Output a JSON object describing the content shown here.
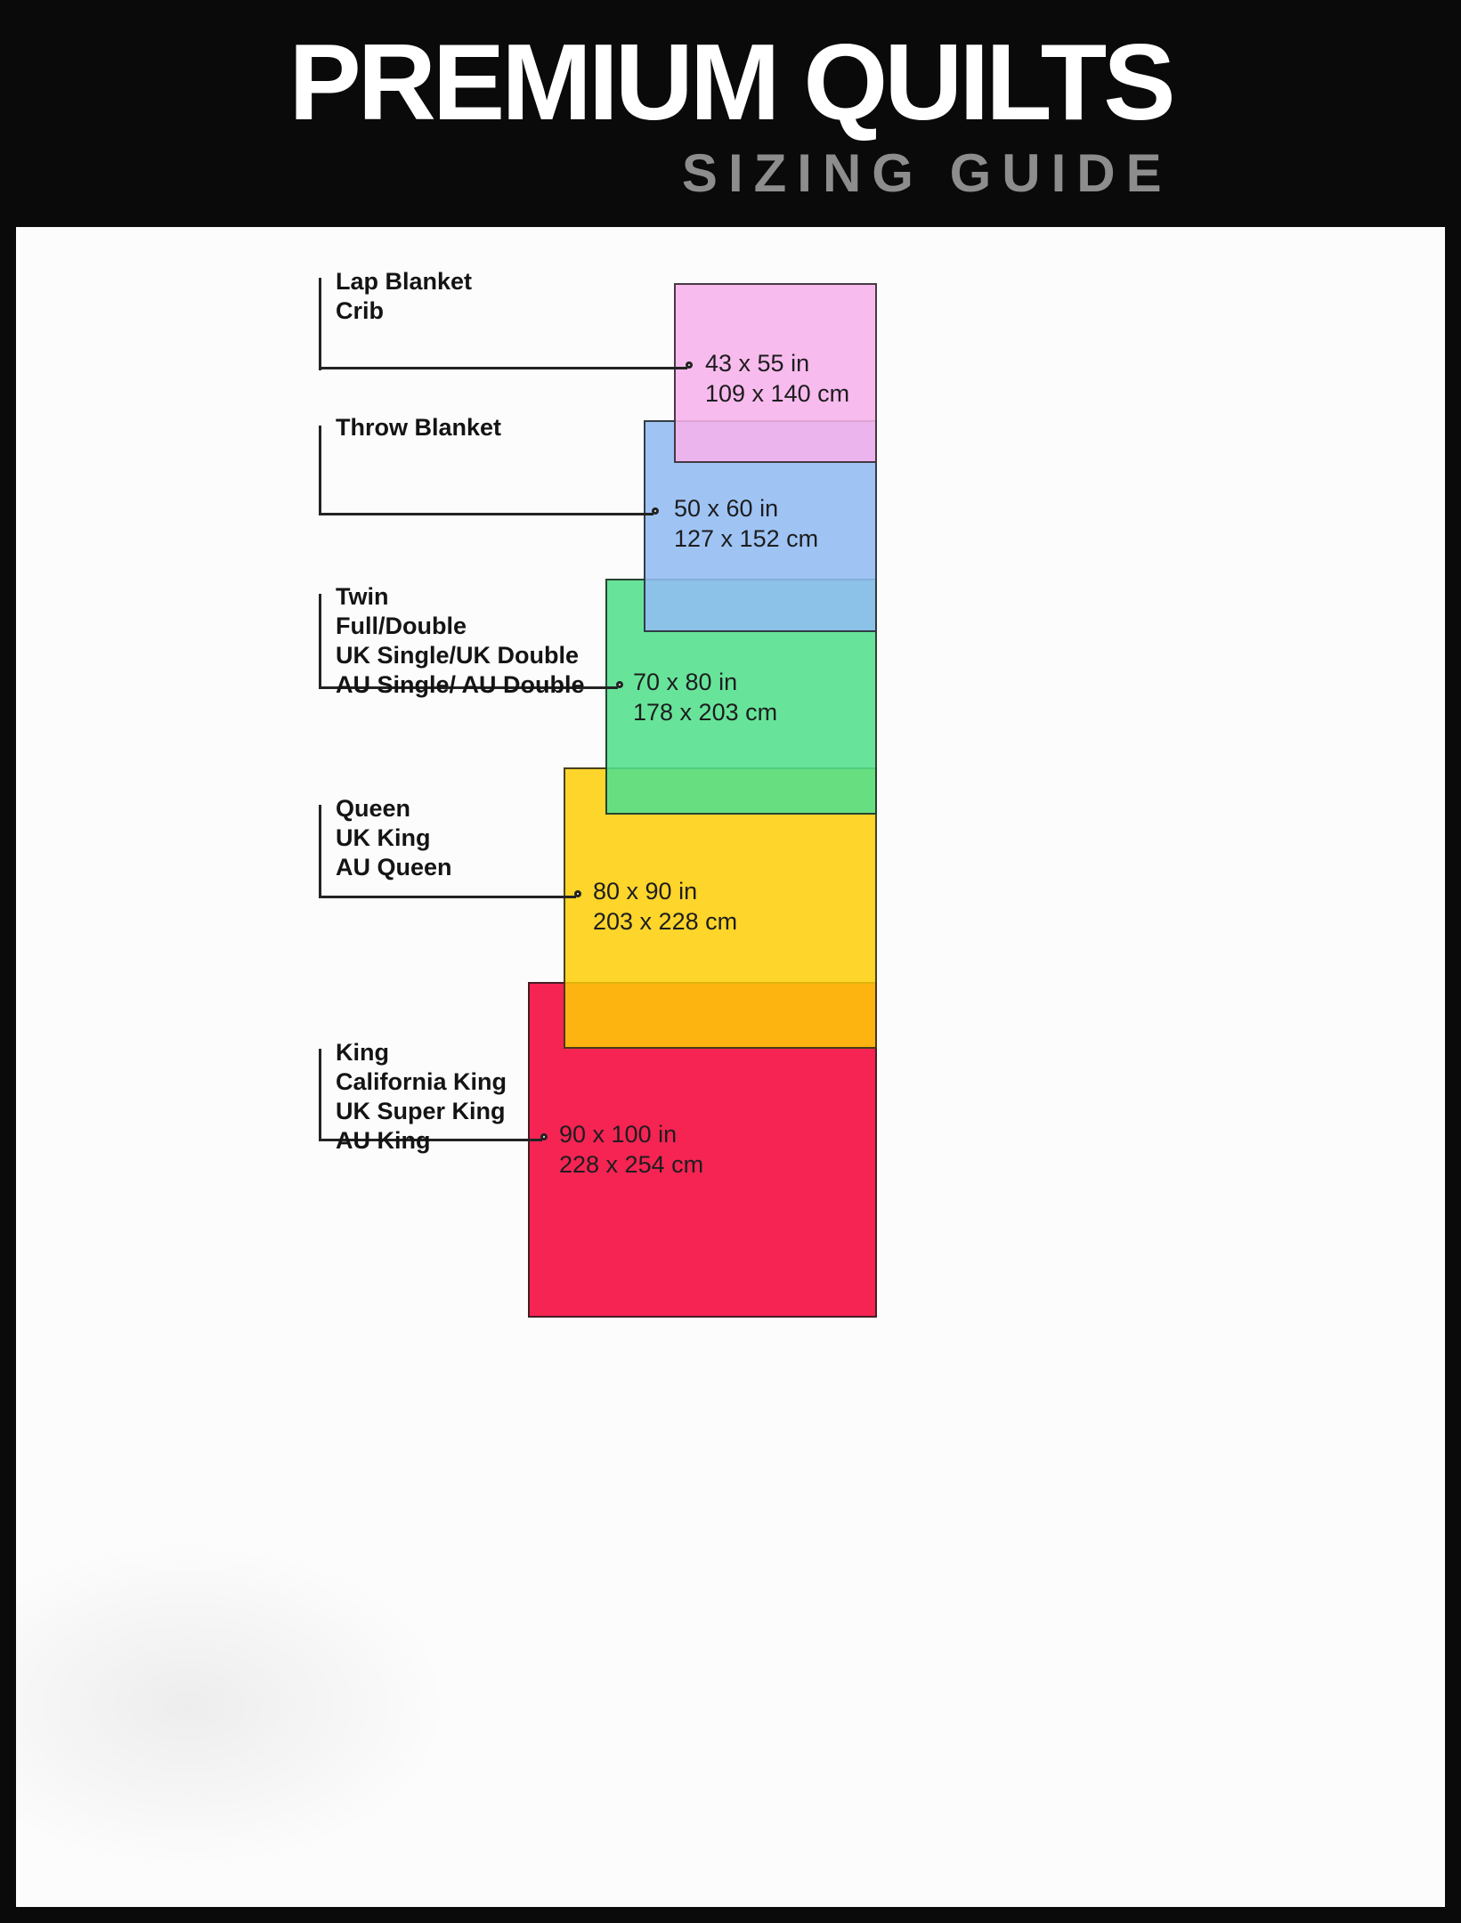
{
  "header": {
    "title": "PREMIUM QUILTS",
    "subtitle": "SIZING GUIDE"
  },
  "sizes": [
    {
      "id": "lap-blanket-crib",
      "labels": [
        "Lap Blanket",
        "Crib"
      ],
      "inches": "43 x 55 in",
      "cm": "109 x 140 cm",
      "color": "rgba(247,178,235,0.88)"
    },
    {
      "id": "throw-blanket",
      "labels": [
        "Throw Blanket"
      ],
      "inches": "50 x 60 in",
      "cm": "127 x 152 cm",
      "color": "rgba(146,188,242,0.88)"
    },
    {
      "id": "twin-full-double",
      "labels": [
        "Twin",
        "Full/Double",
        "UK Single/UK Double",
        "AU Single/ AU Double"
      ],
      "inches": "70 x 80 in",
      "cm": "178 x 203 cm",
      "color": "rgba(82,224,140,0.88)"
    },
    {
      "id": "queen",
      "labels": [
        "Queen",
        "UK King",
        "AU Queen"
      ],
      "inches": "80 x 90 in",
      "cm": "203 x 228 cm",
      "color": "rgba(254,206,5,0.85)"
    },
    {
      "id": "king",
      "labels": [
        "King",
        "California King",
        "UK Super King",
        "AU King"
      ],
      "inches": "90 x 100 in",
      "cm": "228 x 254 cm",
      "color": "rgba(244,22,72,0.94)"
    }
  ]
}
